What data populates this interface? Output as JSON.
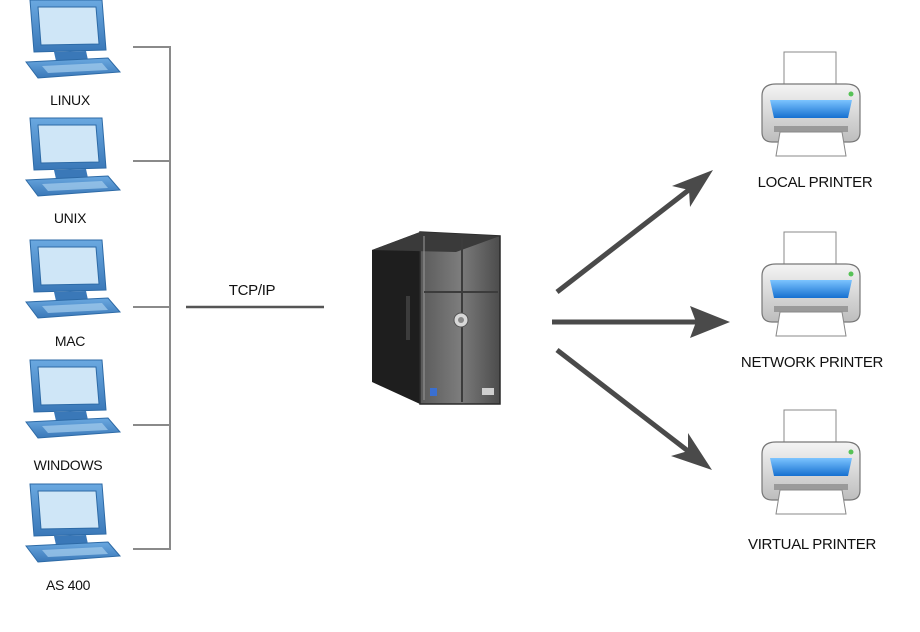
{
  "clients": [
    {
      "label": "LINUX",
      "icon": "desktop-computer-icon"
    },
    {
      "label": "UNIX",
      "icon": "desktop-computer-icon"
    },
    {
      "label": "MAC",
      "icon": "desktop-computer-icon"
    },
    {
      "label": "WINDOWS",
      "icon": "desktop-computer-icon"
    },
    {
      "label": "AS 400",
      "icon": "desktop-computer-icon"
    }
  ],
  "connection": {
    "label": "TCP/IP"
  },
  "server": {
    "icon": "tower-server-icon"
  },
  "printers": [
    {
      "label": "LOCAL PRINTER",
      "icon": "printer-icon"
    },
    {
      "label": "NETWORK PRINTER",
      "icon": "printer-icon"
    },
    {
      "label": "VIRTUAL PRINTER",
      "icon": "printer-icon"
    }
  ],
  "colors": {
    "monitor_blue": "#4d8fcf",
    "monitor_screen": "#cfe6f7",
    "line_gray": "#8a8a8a",
    "arrow_gray": "#4a4a4a",
    "server_dark": "#2b2b2b",
    "printer_blue": "#1f86e6"
  }
}
